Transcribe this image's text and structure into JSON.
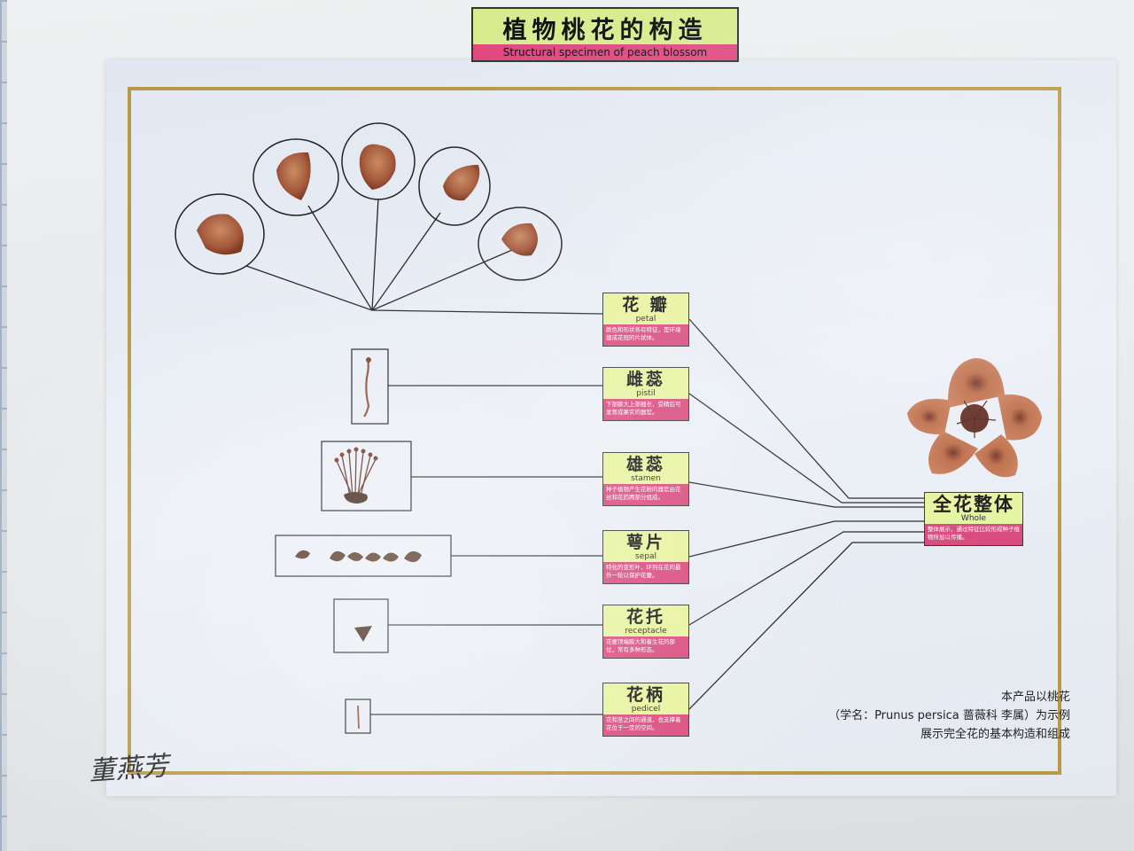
{
  "title": {
    "cn": "植物桃花的构造",
    "en": "Structural specimen of peach blossom"
  },
  "parts": [
    {
      "key": "petal",
      "cn": "花 瓣",
      "en": "petal",
      "desc": "颜色和形状各有特征，是环境建成花冠的片状体。"
    },
    {
      "key": "pistil",
      "cn": "雌蕊",
      "en": "pistil",
      "desc": "下部膨大上部细长，受精后可发育成果实的器官。"
    },
    {
      "key": "stamen",
      "cn": "雄蕊",
      "en": "stamen",
      "desc": "种子植物产生花粉的器官由花丝和花药两部分组成。"
    },
    {
      "key": "sepal",
      "cn": "萼片",
      "en": "sepal",
      "desc": "特化的变形叶，环列在花的最外一轮以保护花蕾。"
    },
    {
      "key": "receptacle",
      "cn": "花托",
      "en": "receptacle",
      "desc": "花梗顶端膨大和着生花的部位，常有多种形态。"
    },
    {
      "key": "pedicel",
      "cn": "花柄",
      "en": "pedicel",
      "desc": "花和茎之间的通道，也支撑着花位于一定的空间。"
    }
  ],
  "whole": {
    "cn": "全花整体",
    "en": "Whole",
    "desc": "整体展示，通过特征比较形成种子植物所加以传播。"
  },
  "footnote": {
    "line1": "本产品以桃花",
    "line2": "（学名：Prunus persica 蔷薇科 李属）为示例",
    "line3": "展示完全花的基本构造和组成"
  },
  "signature": "董燕芳",
  "colors": {
    "frame": "#b89a45",
    "label_bg": "#e6f39c",
    "label_stripe": "#d8467a",
    "title_bg": "#d8ec8f",
    "title_stripe": "#e04a7e",
    "specimen": "#a4583a"
  }
}
